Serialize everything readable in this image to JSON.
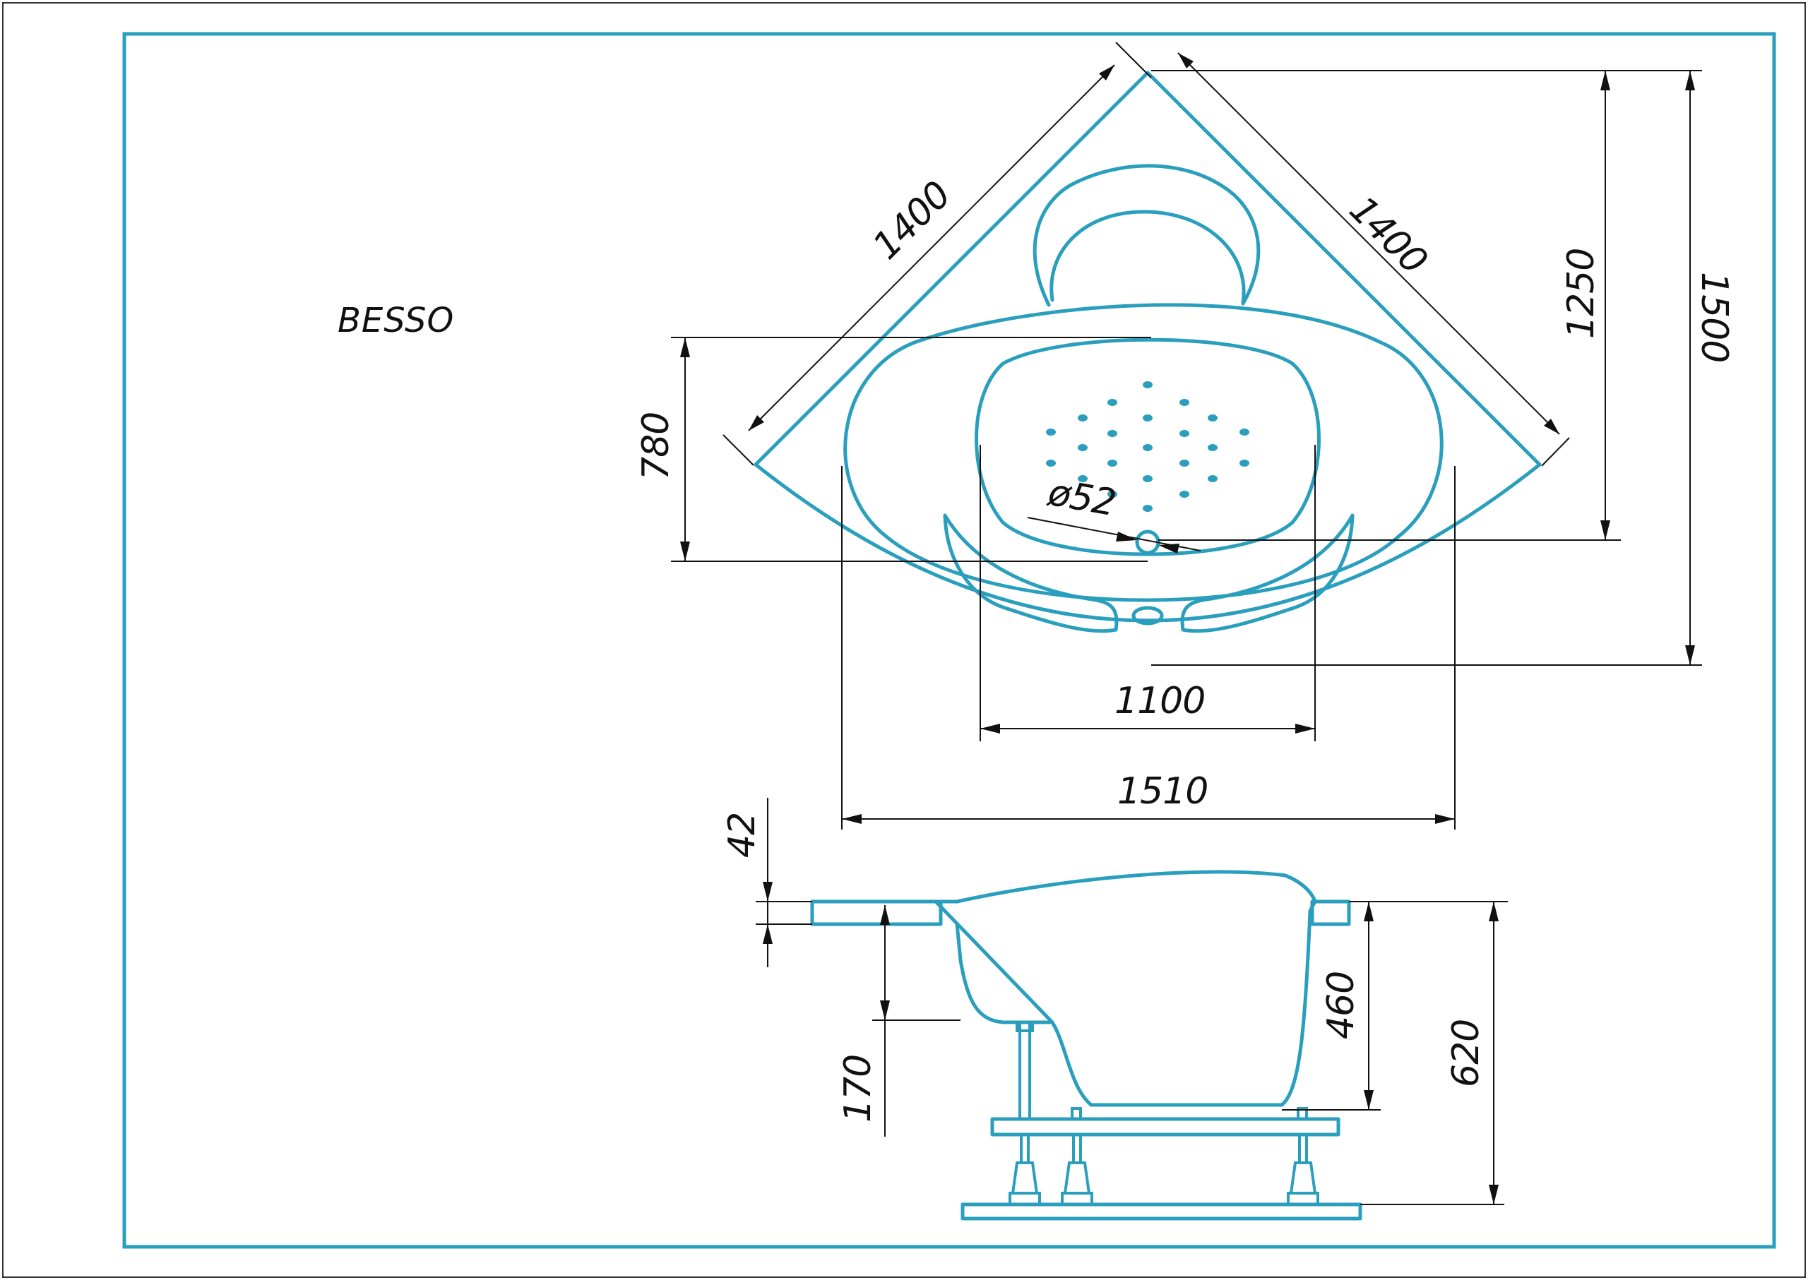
{
  "title": "BESSO",
  "colors": {
    "outline": "#2a9fbd",
    "dimension": "#111111",
    "background": "#ffffff"
  },
  "dimensions": {
    "side_left": "1400",
    "side_right": "1400",
    "depth_1250": "1250",
    "depth_1500": "1500",
    "depth_780": "780",
    "drain_diameter": "ø52",
    "inner_width": "1100",
    "outer_width": "1510",
    "rim_thickness": "42",
    "seat_height": "170",
    "inner_depth": "460",
    "total_height": "620"
  }
}
